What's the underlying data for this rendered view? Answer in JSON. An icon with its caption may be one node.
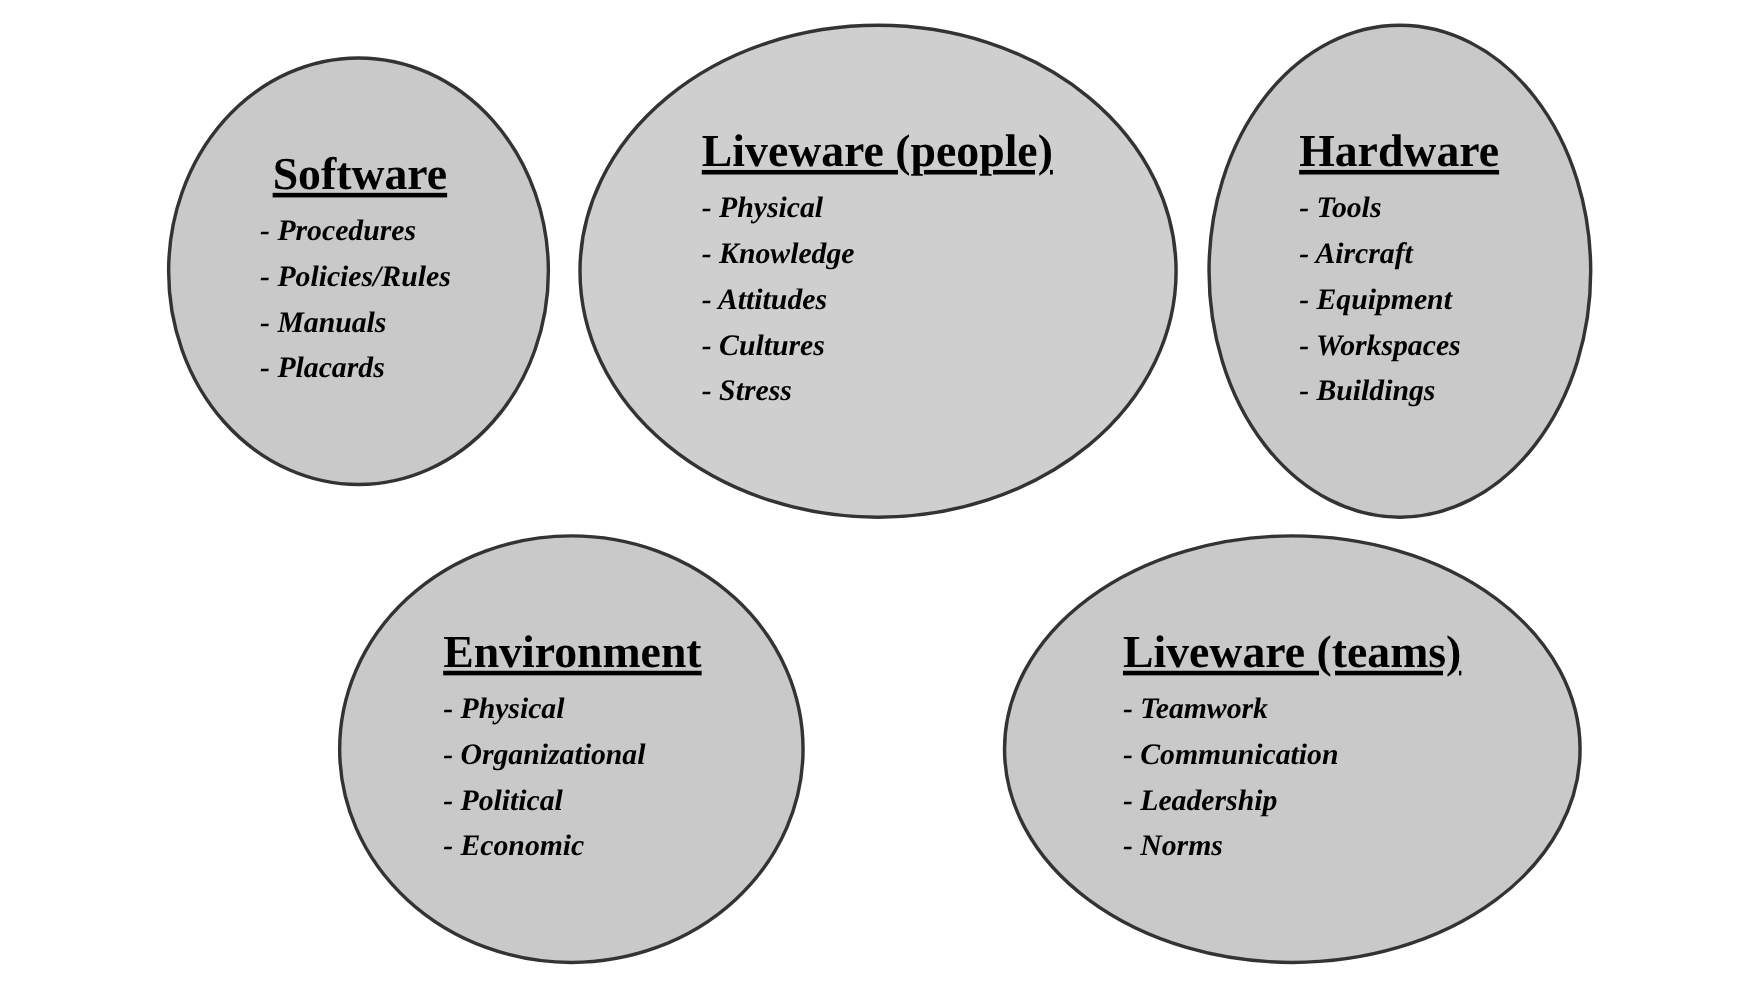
{
  "diagram": {
    "nodes": [
      {
        "text": [
          "Software",
          "- Procedures",
          "- Policies/Rules",
          "- Manuals",
          "- Placards"
        ]
      },
      {
        "text": [
          "Liveware (people)",
          "- Physical",
          "- Knowledge",
          "- Attitudes",
          "- Cultures",
          "- Stress"
        ]
      },
      {
        "text": [
          "Hardware",
          "- Tools",
          "- Aircraft",
          "- Equipment",
          "- Workspaces",
          "- Buildings"
        ]
      },
      {
        "text": [
          "Environment",
          "- Physical",
          "- Organizational",
          "- Political",
          "- Economic"
        ]
      },
      {
        "text": [
          "Liveware (teams)",
          "- Teamwork",
          "- Communication",
          "- Leadership",
          "- Norms"
        ]
      }
    ],
    "edges": []
  }
}
